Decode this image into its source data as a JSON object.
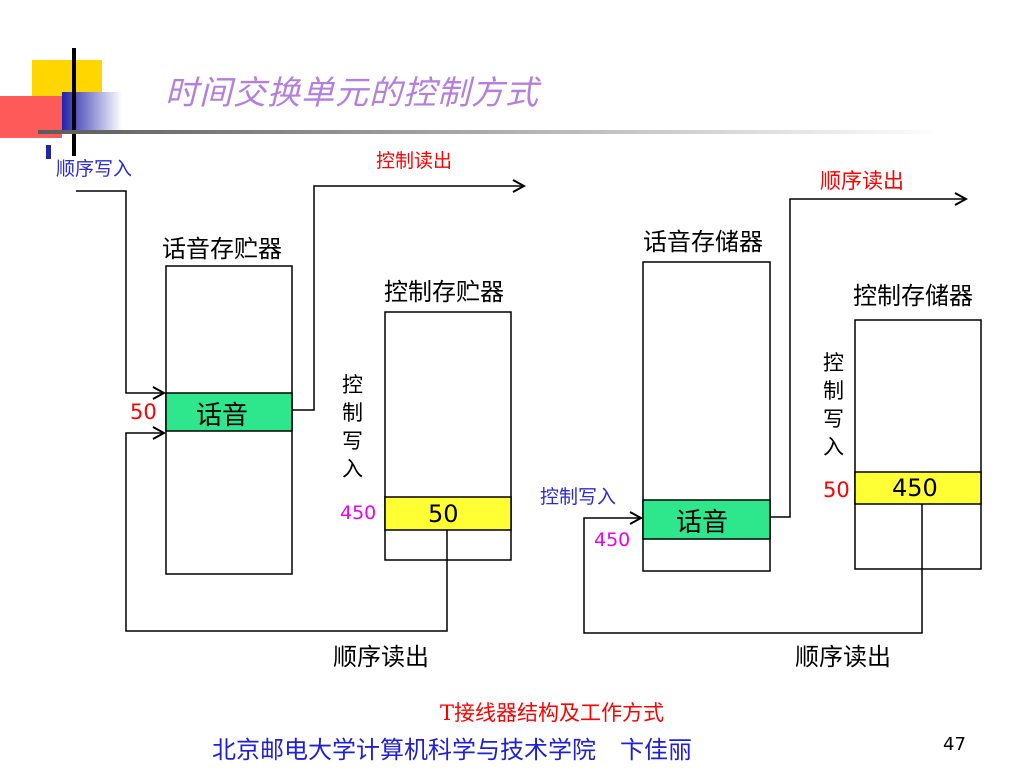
{
  "slide": {
    "title": "时间交换单元的控制方式",
    "caption": "T接线器结构及工作方式",
    "footer": "北京邮电大学计算机科学与技术学院　卞佳丽",
    "page_number": "47"
  },
  "left": {
    "input_label": "顺序写入",
    "output_label": "控制读出",
    "speech_memory_label": "话音存贮器",
    "control_memory_label": "控制存贮器",
    "control_write_label": [
      "控",
      "制",
      "写",
      "入"
    ],
    "speech_slot_text": "话音",
    "speech_slot_address": "50",
    "control_slot_address": "450",
    "control_slot_value": "50",
    "bottom_label": "顺序读出"
  },
  "right": {
    "output_label": "顺序读出",
    "speech_memory_label": "话音存储器",
    "control_memory_label": "控制存储器",
    "control_write_label": [
      "控",
      "制",
      "写",
      "入"
    ],
    "input_label": "控制写入",
    "speech_slot_text": "话音",
    "speech_slot_address": "450",
    "control_slot_address": "50",
    "control_slot_value": "450",
    "bottom_label": "顺序读出"
  },
  "colors": {
    "title": "#b57fdc",
    "speech_slot": "#2ee68c",
    "control_slot": "#ffff33",
    "address_red": "#ff0000",
    "address_magenta": "#ee00ee",
    "input_blue": "#2b2bd0",
    "footer": "#1f1fd8"
  }
}
